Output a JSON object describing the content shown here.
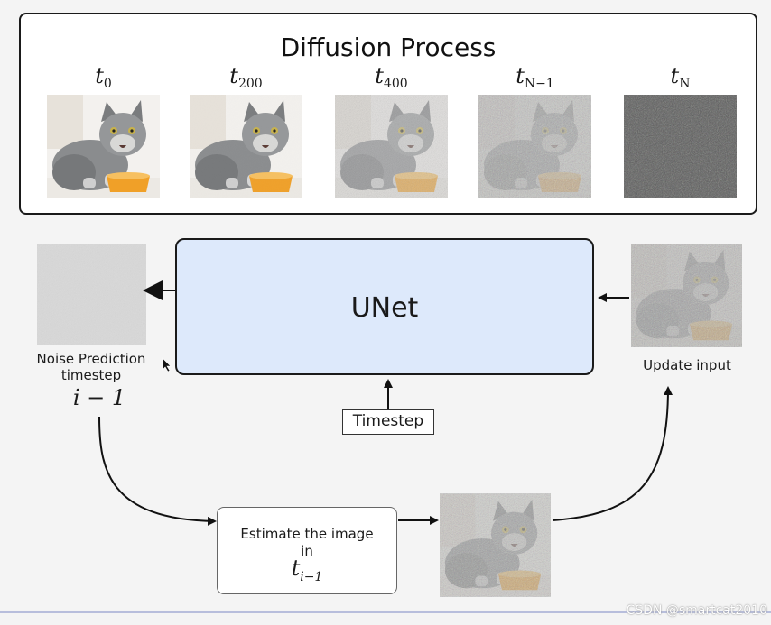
{
  "diffusion_panel": {
    "title": "Diffusion Process",
    "steps": [
      {
        "base": "t",
        "sub": "0",
        "noise": 0.0
      },
      {
        "base": "t",
        "sub": "200",
        "noise": 0.05
      },
      {
        "base": "t",
        "sub": "400",
        "noise": 0.45
      },
      {
        "base": "t",
        "sub": "N−1",
        "noise": 0.7
      },
      {
        "base": "t",
        "sub": "N",
        "noise": 1.0
      }
    ]
  },
  "unet": {
    "label": "UNet"
  },
  "noise_prediction": {
    "line1": "Noise Prediction",
    "line2": "timestep",
    "math": "i − 1"
  },
  "update_input": {
    "label": "Update input"
  },
  "timestep": {
    "label": "Timestep"
  },
  "estimate": {
    "line1": "Estimate the image",
    "line2": "in",
    "math_base": "t",
    "math_sub": "i−1"
  },
  "watermark": {
    "text": "CSDN @smartcat2010"
  },
  "colors": {
    "unet_fill": "#dde9fb",
    "bowl": "#f0a028",
    "cat": "#8a8c8e"
  }
}
